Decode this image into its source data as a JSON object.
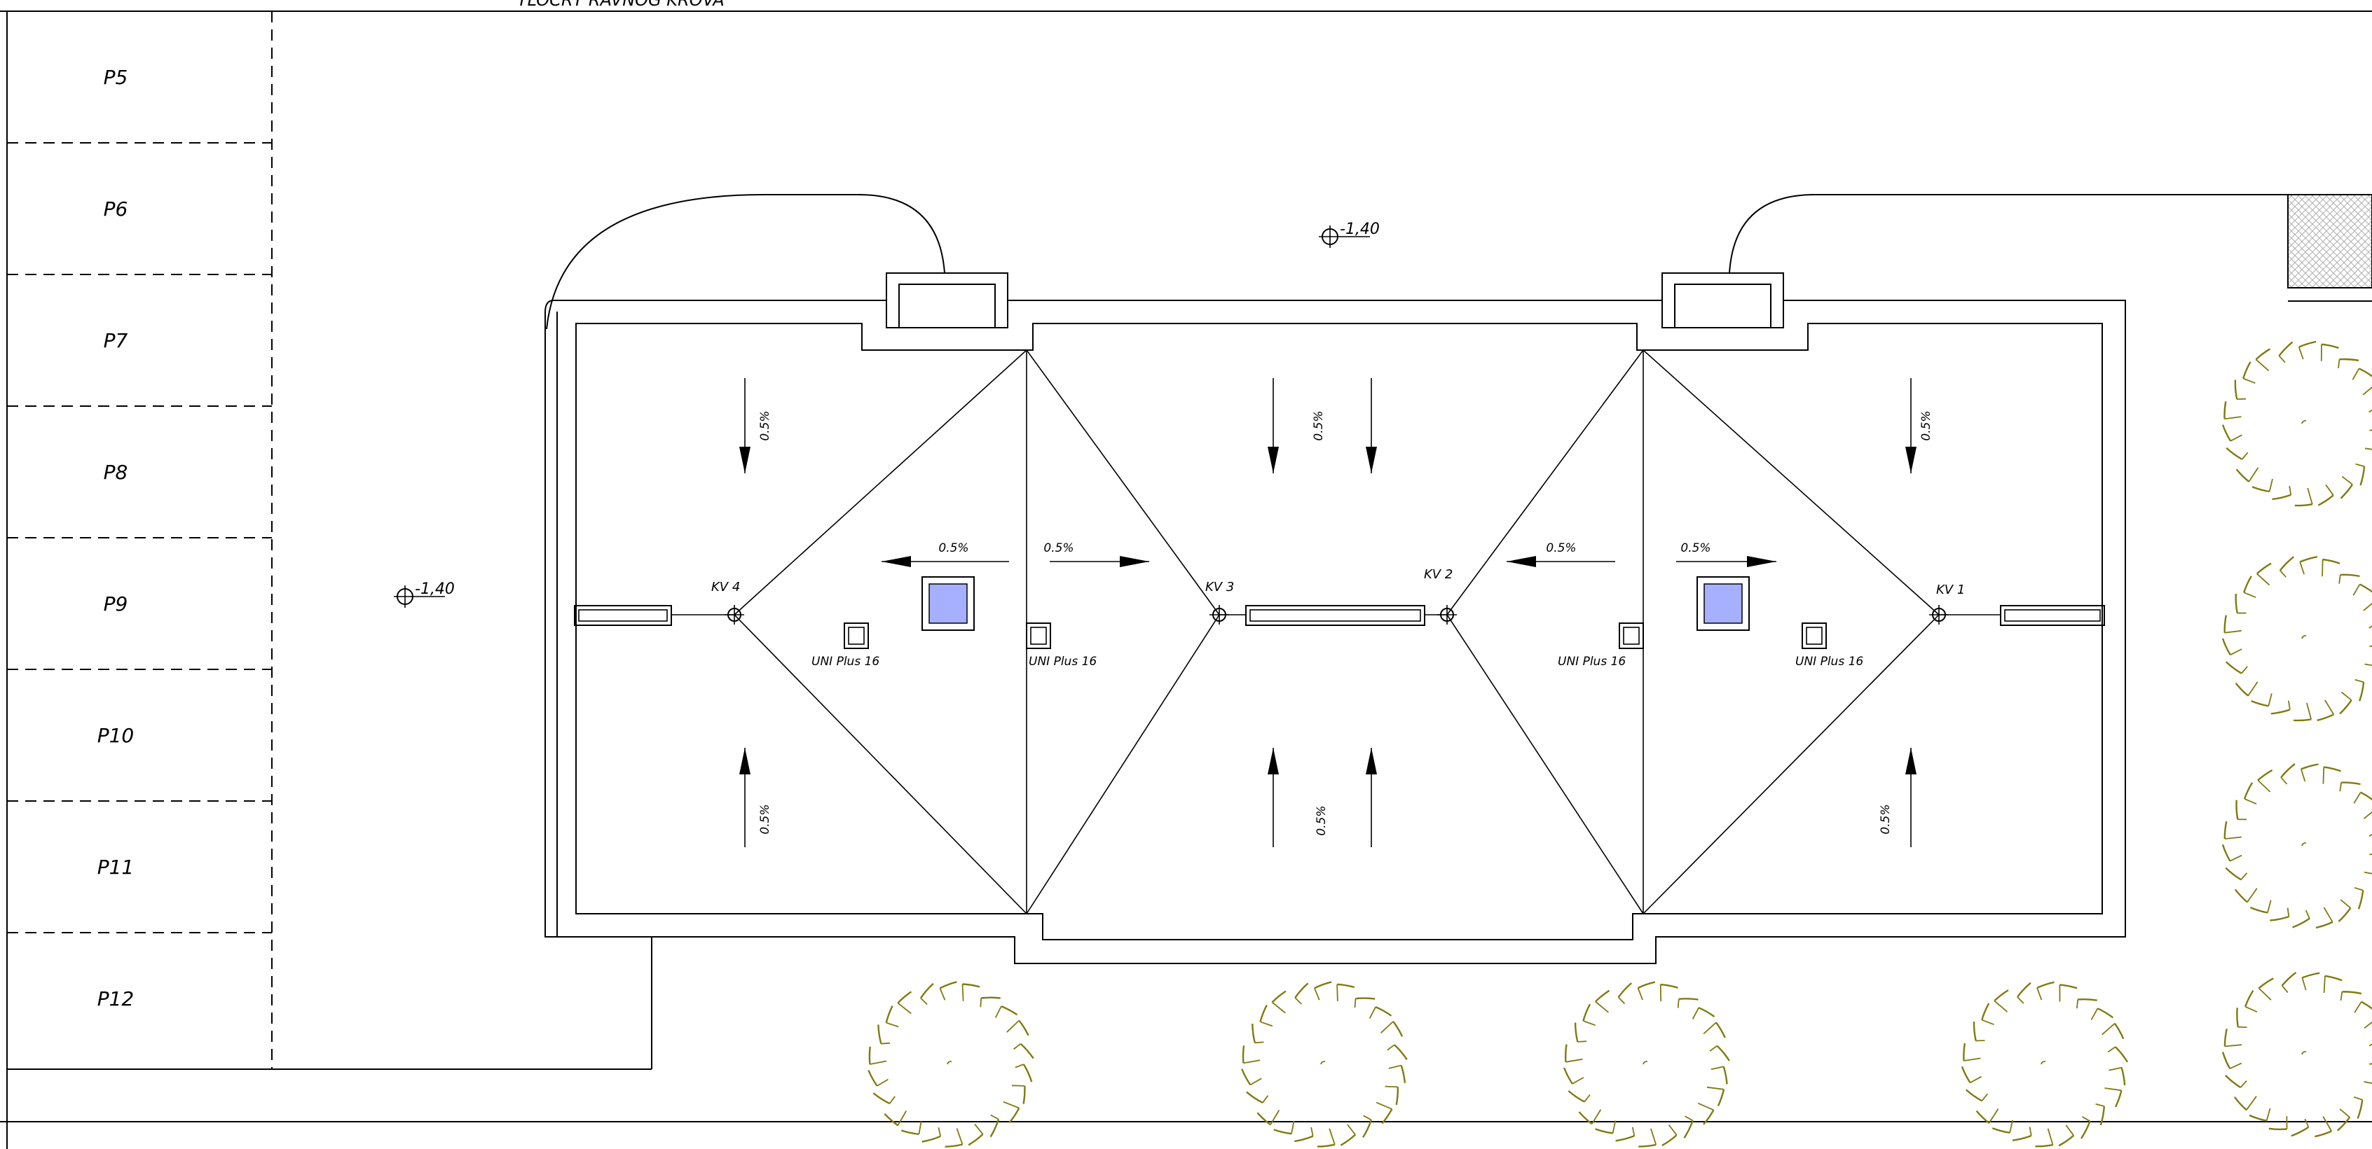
{
  "drawing": {
    "title": "TLOCRT RAVNOG KROVA",
    "parking_labels": [
      "P5",
      "P6",
      "P7",
      "P8",
      "P9",
      "P10",
      "P11",
      "P12"
    ],
    "elevations": {
      "left": "-1,40",
      "top": "-1,40"
    },
    "slope_label": "0.5%",
    "drains": [
      "KV 4",
      "KV 3",
      "KV 2",
      "KV 1"
    ],
    "equipment_label": "UNI Plus 16",
    "colors": {
      "line": "#000000",
      "skylight": "#a6b0ff",
      "tree": "#807a10",
      "hatch": "#b0b0b0"
    }
  }
}
